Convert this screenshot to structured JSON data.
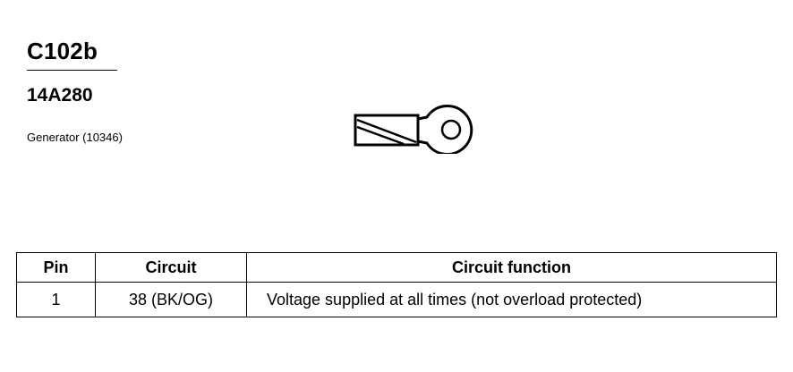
{
  "connector": {
    "id": "C102b",
    "part_number": "14A280",
    "component": "Generator (10346)"
  },
  "table": {
    "headers": {
      "pin": "Pin",
      "circuit": "Circuit",
      "function": "Circuit function"
    },
    "rows": [
      {
        "pin": "1",
        "circuit": "38 (BK/OG)",
        "function": "Voltage supplied at all times (not overload protected)"
      }
    ]
  },
  "icons": {
    "terminal": "ring-terminal-icon"
  }
}
